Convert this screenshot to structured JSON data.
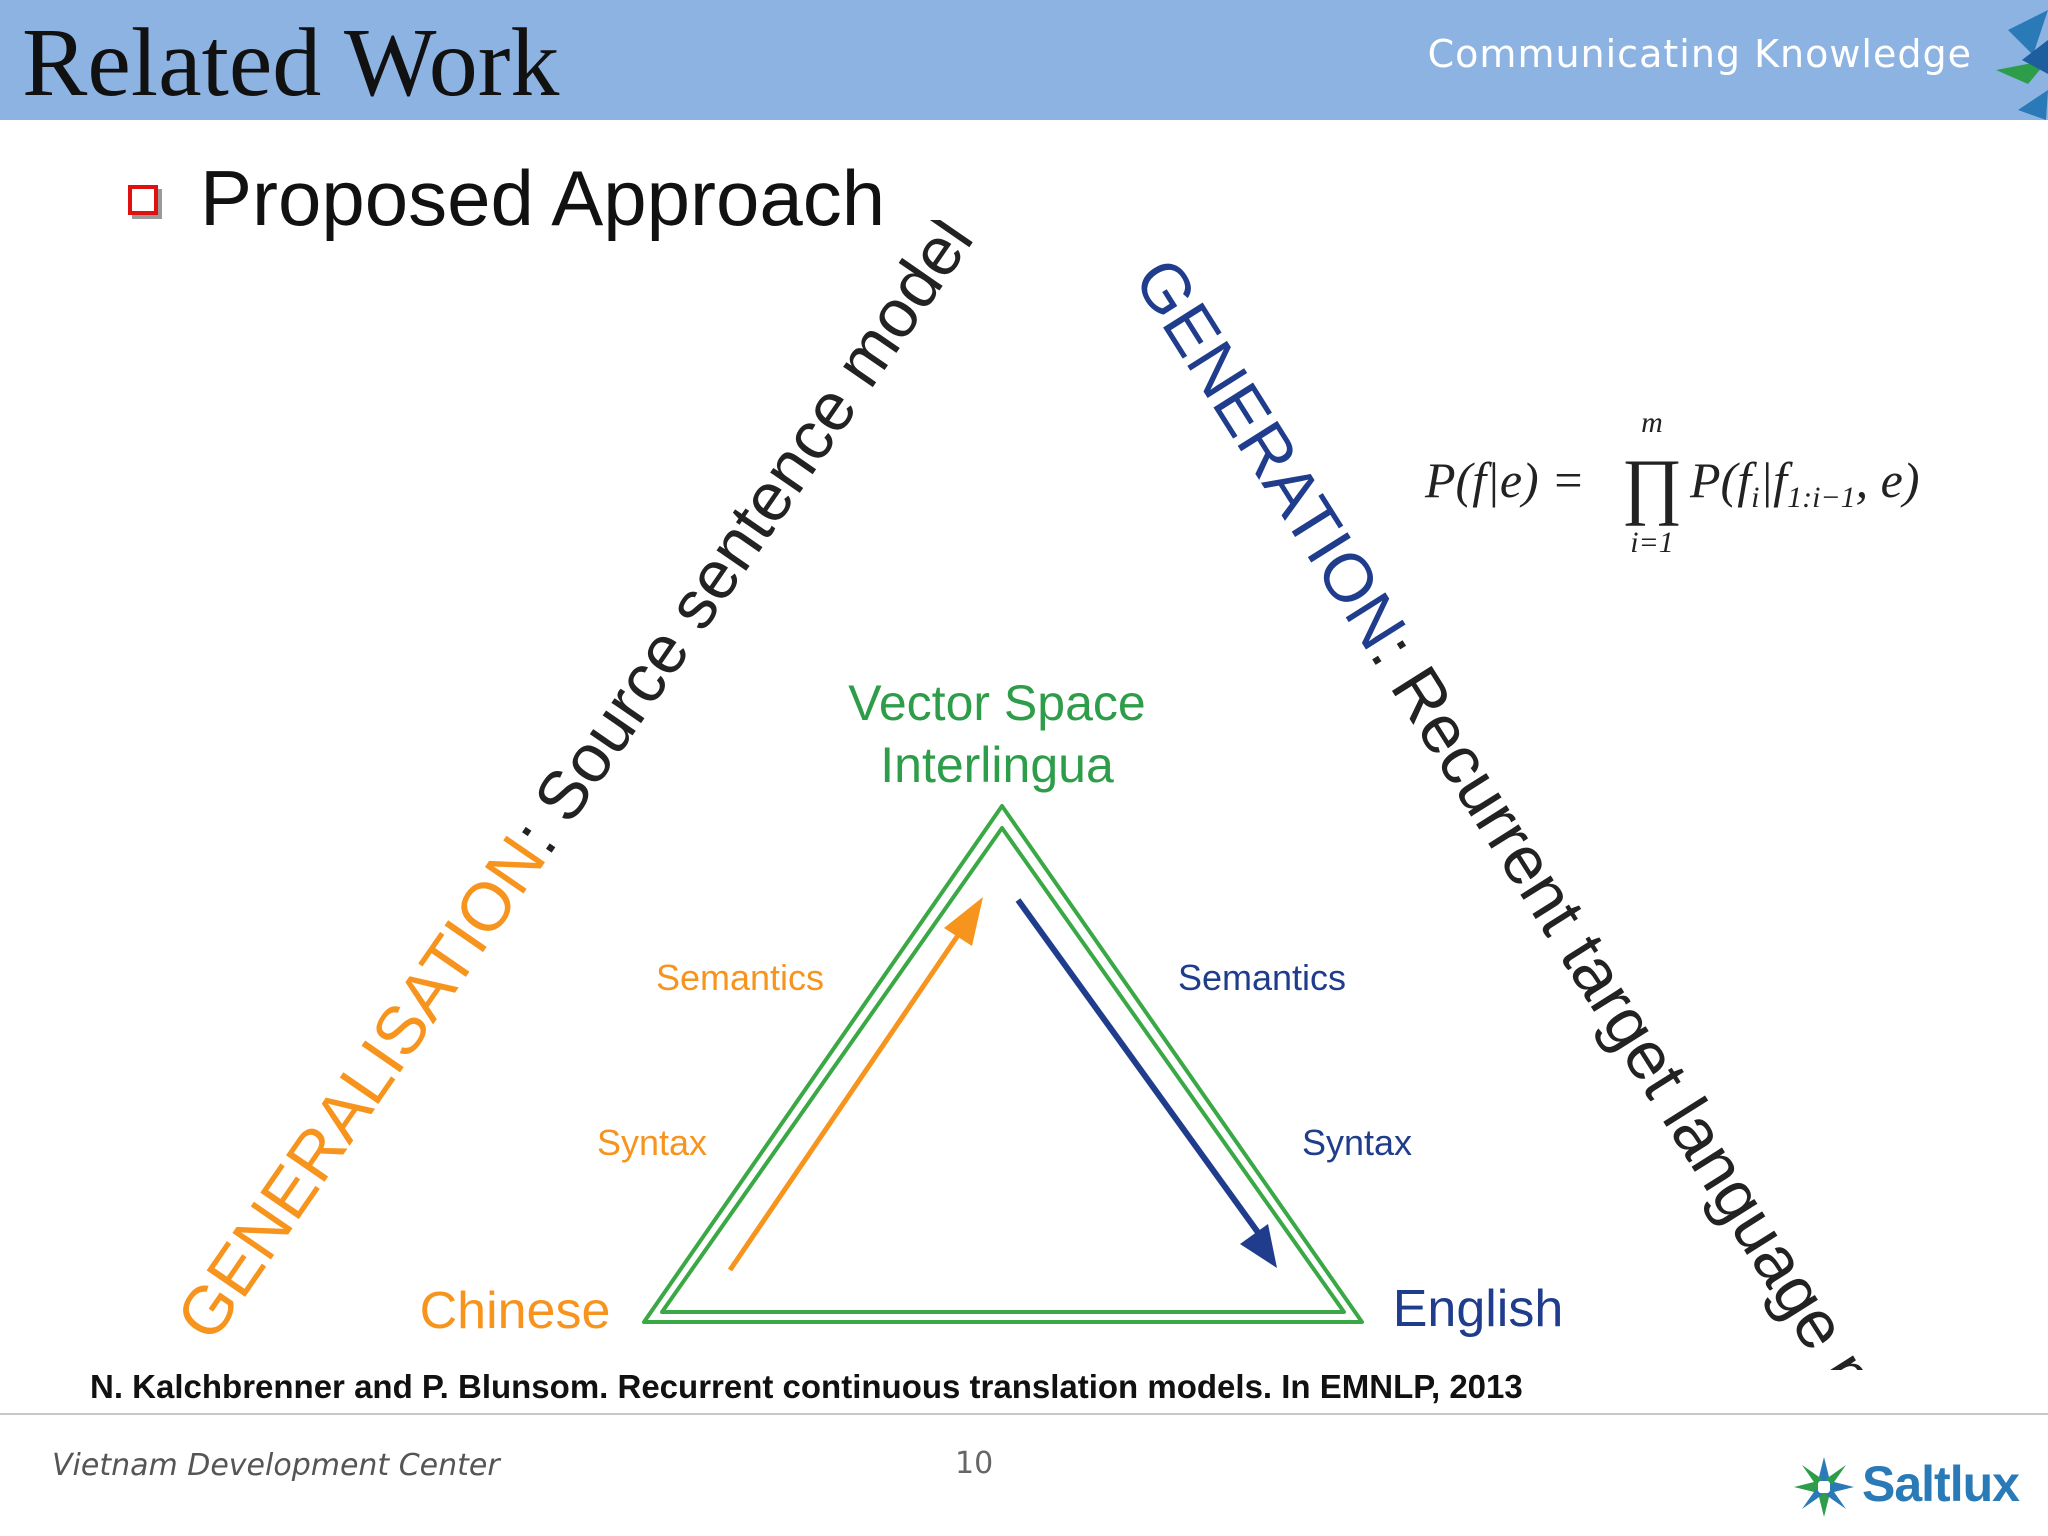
{
  "header": {
    "title": "Related Work",
    "tagline": "Communicating Knowledge"
  },
  "bullet": {
    "text": "Proposed Approach"
  },
  "diagram": {
    "generalisation_keyword": "GENERALISATION",
    "generalisation_rest": ": Source sentence model",
    "generation_keyword": "GENERATION",
    "generation_rest": ": Recurrent target language model",
    "apex_line1": "Vector Space",
    "apex_line2": "Interlingua",
    "left_upper": "Semantics",
    "left_lower": "Syntax",
    "right_upper": "Semantics",
    "right_lower": "Syntax",
    "source_language": "Chinese",
    "target_language": "English",
    "formula": {
      "lhs": "P(f|e) =",
      "product_upper": "m",
      "product_lower": "i=1",
      "rhs": "P(f",
      "rhs_sub_i": "i",
      "rhs_mid": "|f",
      "rhs_sub_range": "1:i−1",
      "rhs_end": ", e)"
    },
    "colors": {
      "orange": "#f7941d",
      "blue": "#1f3d8c",
      "green": "#39a845"
    }
  },
  "reference": "N. Kalchbrenner and P. Blunsom. Recurrent continuous translation models. In EMNLP, 2013",
  "footer": {
    "organization": "Vietnam Development Center",
    "page_number": "10",
    "brand": "Saltlux"
  }
}
